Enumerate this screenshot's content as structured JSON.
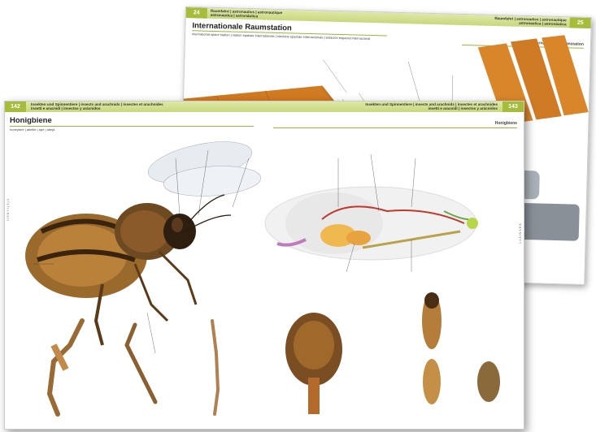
{
  "back_spread": {
    "left_page_number": "24",
    "right_page_number": "25",
    "header_line1": "Raumfahrt | astronautics | astronautique",
    "header_line2": "astronautica | astronáutica",
    "title": "Internationale Raumstation",
    "translations": "international space station | station spatiale internationale | stazione spaziale internazionale | estación espacial internacional",
    "right_caption": "Internationale Raumstation"
  },
  "front_spread": {
    "left_page_number": "142",
    "right_page_number": "143",
    "header_left_line1": "Insekten und Spinnentiere | insects and arachnids | insectes et arachnides",
    "header_left_line2": "insetti e aracnidi | insectos y arácnidos",
    "header_right_line1": "Insekten und Spinnentiere | insects and arachnids | insectes et arachnides",
    "header_right_line2": "insetti e aracnidi | insectos y arácnidos",
    "title": "Honigbiene",
    "translations": "honeybee | abeille | ape | abeja",
    "right_caption": "Honigbiene",
    "side_mark_left": "I I S N Y I ( 3 ) 4",
    "side_mark_right": "1 4 3 I N S E K"
  }
}
